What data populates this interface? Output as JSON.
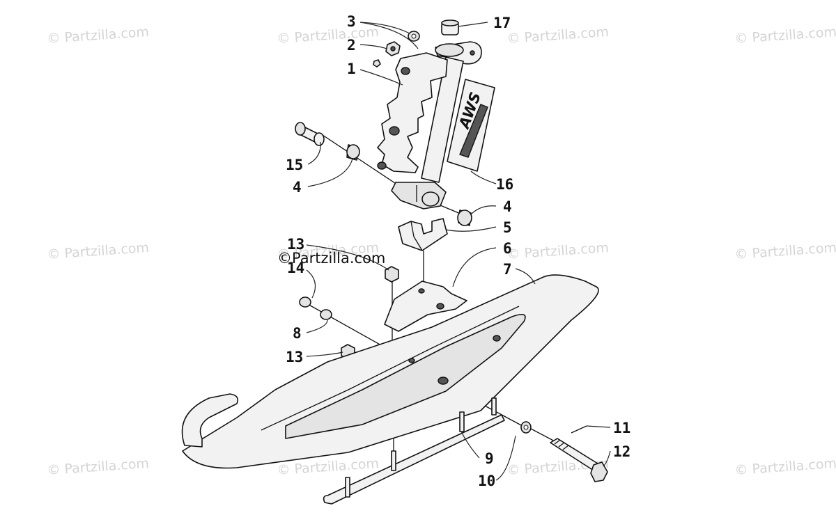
{
  "watermarks": [
    "© Partzilla.com",
    "© Partzilla.com",
    "© Partzilla.com",
    "© Partzilla.com",
    "© Partzilla.com",
    "© Partzilla.com",
    "© Partzilla.com",
    "© Partzilla.com",
    "© Partzilla.com",
    "© Partzilla.com",
    "© Partzilla.com",
    "© Partzilla.com"
  ],
  "center_watermark": "©Partzilla.com",
  "decal_text": "AWS",
  "callouts": [
    {
      "id": "c17",
      "label": "17"
    },
    {
      "id": "c3",
      "label": "3"
    },
    {
      "id": "c2",
      "label": "2"
    },
    {
      "id": "c1",
      "label": "1"
    },
    {
      "id": "c15",
      "label": "15"
    },
    {
      "id": "c4a",
      "label": "4"
    },
    {
      "id": "c16",
      "label": "16"
    },
    {
      "id": "c4b",
      "label": "4"
    },
    {
      "id": "c5",
      "label": "5"
    },
    {
      "id": "c13a",
      "label": "13"
    },
    {
      "id": "c6",
      "label": "6"
    },
    {
      "id": "c14",
      "label": "14"
    },
    {
      "id": "c7",
      "label": "7"
    },
    {
      "id": "c8",
      "label": "8"
    },
    {
      "id": "c13b",
      "label": "13"
    },
    {
      "id": "c11",
      "label": "11"
    },
    {
      "id": "c12",
      "label": "12"
    },
    {
      "id": "c9",
      "label": "9"
    },
    {
      "id": "c10",
      "label": "10"
    }
  ]
}
